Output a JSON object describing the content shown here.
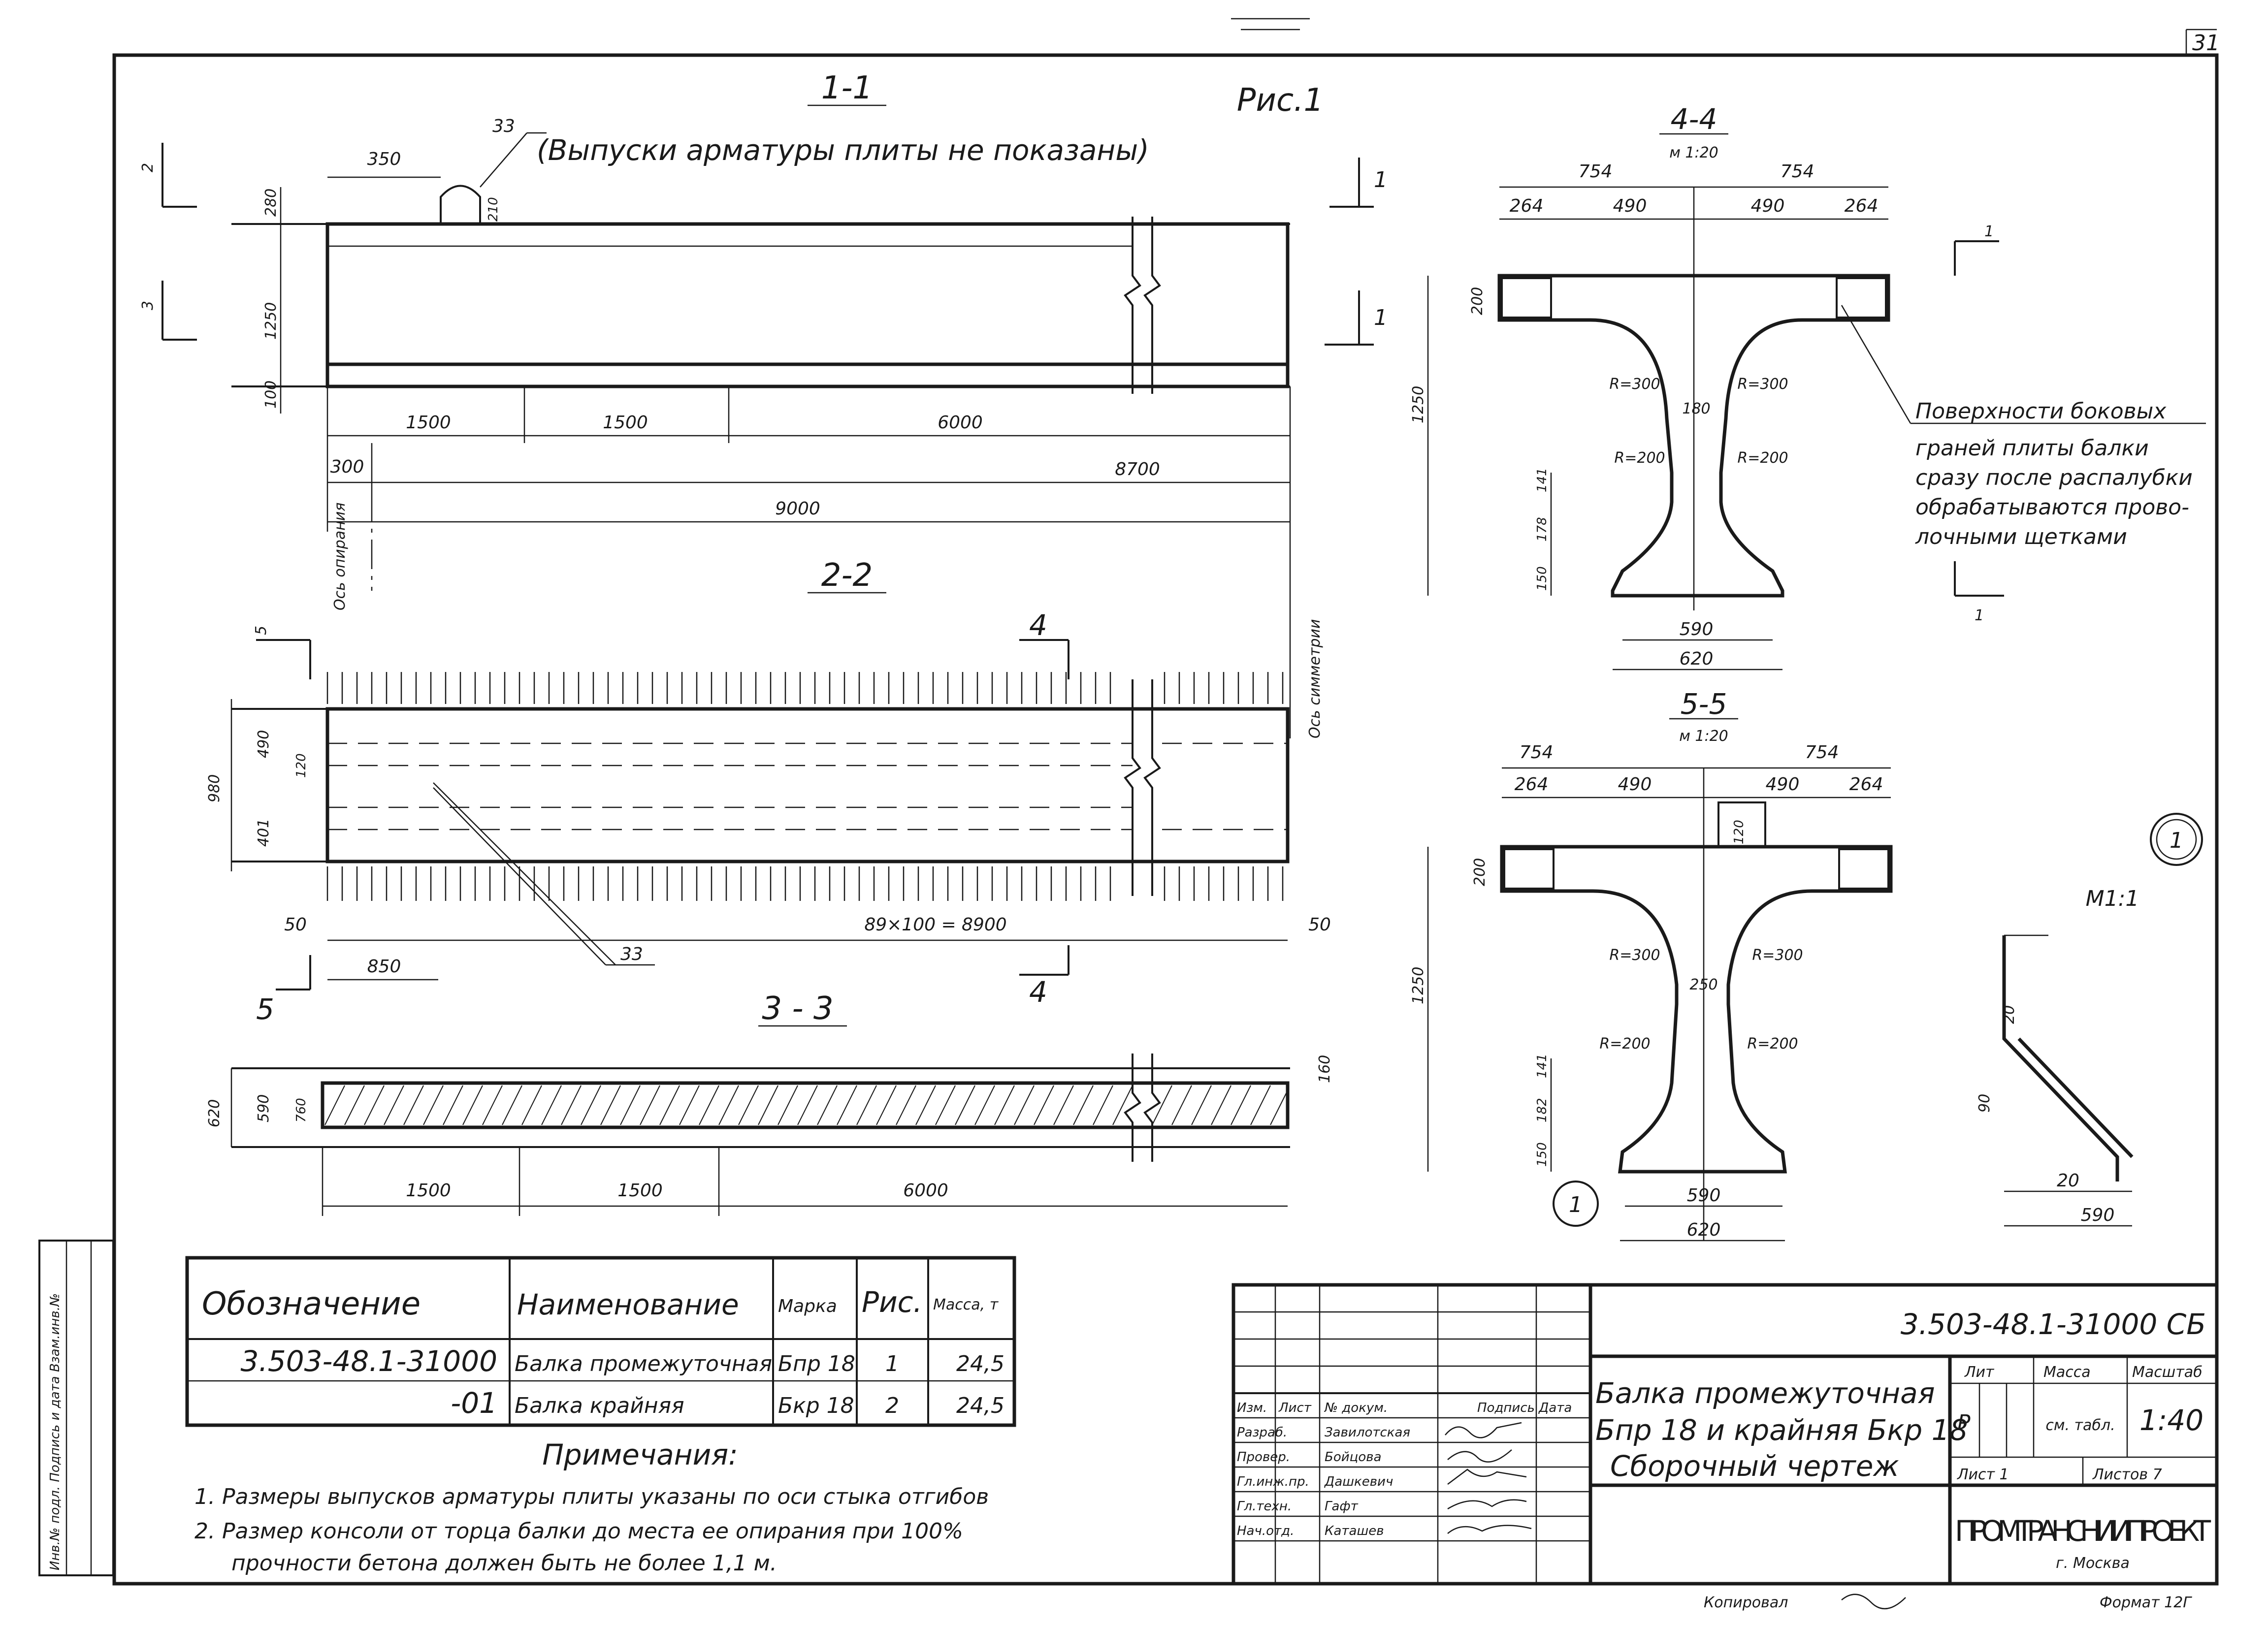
{
  "page_number": "31",
  "figure_label": "Рис.1",
  "section_1": {
    "title": "1-1",
    "note": "(Выпуски арматуры плиты не показаны)",
    "callout": "33",
    "dims": {
      "d350": "350",
      "d210": "210",
      "d280": "280",
      "d1250": "1250",
      "d100": "100",
      "d1500a": "1500",
      "d1500b": "1500",
      "d6000": "6000",
      "d300": "300",
      "d8700": "8700",
      "d9000": "9000"
    },
    "markers": {
      "m1_2": "1",
      "m1_3": "1",
      "m2": "2",
      "m3": "3",
      "m5": "5"
    },
    "axis_support": "Ось опирания",
    "axis_symmetry": "Ось симметрии"
  },
  "section_2": {
    "title": "2-2",
    "dims": {
      "d980": "980",
      "d490": "490",
      "d401": "401",
      "d120": "120",
      "d50a": "50",
      "d50b": "50",
      "d850": "850",
      "formula": "89×100 = 8900"
    },
    "markers": {
      "m4top": "4",
      "m4bot": "4",
      "m5top": "5",
      "m5bot": "5"
    },
    "callout": "33"
  },
  "section_3": {
    "title": "3 - 3",
    "dims": {
      "d620": "620",
      "d590": "590",
      "d760": "760",
      "d160": "160",
      "d1500a": "1500",
      "d1500b": "1500",
      "d6000": "6000"
    }
  },
  "section_4": {
    "title": "4-4",
    "scale": "м 1:20",
    "dims": {
      "d754a": "754",
      "d754b": "754",
      "d264a": "264",
      "d490a": "490",
      "d490b": "490",
      "d264b": "264",
      "d200": "200",
      "d1250": "1250",
      "r300a": "R=300",
      "r300b": "R=300",
      "d180": "180",
      "r200a": "R=200",
      "r200b": "R=200",
      "d141": "141",
      "d178": "178",
      "d150": "150",
      "d590": "590",
      "d620": "620"
    },
    "markers": {
      "m1top": "1",
      "m1bot": "1"
    },
    "note_lines": [
      "Поверхности боковых",
      "граней плиты балки",
      "сразу после распалубки",
      "обрабатываются прово-",
      "лочными щетками"
    ]
  },
  "section_5": {
    "title": "5-5",
    "scale": "м 1:20",
    "dims": {
      "d754a": "754",
      "d754b": "754",
      "d264a": "264",
      "d490a": "490",
      "d490b": "490",
      "d264b": "264",
      "d200": "200",
      "d1250": "1250",
      "d120": "120",
      "r300a": "R=300",
      "r300b": "R=300",
      "d250": "250",
      "r200a": "R=200",
      "r200b": "R=200",
      "d141": "141",
      "d182": "182",
      "d150": "150",
      "d590": "590",
      "d620": "620"
    },
    "circle": "1"
  },
  "detail_1": {
    "circle": "1",
    "scale": "М1:1",
    "dims": {
      "d20a": "20",
      "d90": "90",
      "d20b": "20",
      "d590": "590"
    }
  },
  "spec_table": {
    "headers": [
      "Обозначение",
      "Наименование",
      "Марка",
      "Рис.",
      "Масса, т"
    ],
    "rows": [
      [
        "3.503-48.1-31000",
        "Балка промежуточная",
        "Бпр 18",
        "1",
        "24,5"
      ],
      [
        "-01",
        "Балка крайняя",
        "Бкр 18",
        "2",
        "24,5"
      ]
    ]
  },
  "notes": {
    "title": "Примечания:",
    "items": [
      "1. Размеры выпусков арматуры плиты указаны по оси стыка отгибов",
      "2. Размер консоли от торца балки до места ее опирания при 100%",
      "прочности бетона должен быть не более 1,1 м."
    ]
  },
  "title_block": {
    "code": "3.503-48.1-31000 СБ",
    "name_lines": [
      "Балка промежуточная",
      "Бпр 18 и крайняя Бкр 18",
      "Сборочный чертеж"
    ],
    "col_headers": [
      "Изм.",
      "Лист",
      "№ докум.",
      "Подпись",
      "Дата"
    ],
    "roles": [
      {
        "role": "Разраб.",
        "person": "Завилотская"
      },
      {
        "role": "Провер.",
        "person": "Бойцова"
      },
      {
        "role": "Гл.инж.пр.",
        "person": "Дашкевич"
      },
      {
        "role": "Гл.техн.",
        "person": "Гафт"
      },
      {
        "role": "Нач.отд.",
        "person": "Каташев"
      }
    ],
    "lit_label": "Лит",
    "mass_label": "Масса",
    "scale_label": "Масштаб",
    "lit_value": "Р",
    "mass_value": "см. табл.",
    "scale_value": "1:40",
    "sheet": "Лист 1",
    "sheets": "Листов 7",
    "org": "ПРОМТРАНСНИИПРОЕКТ",
    "city": "г. Москва"
  },
  "footer": {
    "copied": "Копировал",
    "format": "Формат 12Г"
  },
  "side_stamp": "Инв.№ подл.  Подпись и дата  Взам.инв.№"
}
